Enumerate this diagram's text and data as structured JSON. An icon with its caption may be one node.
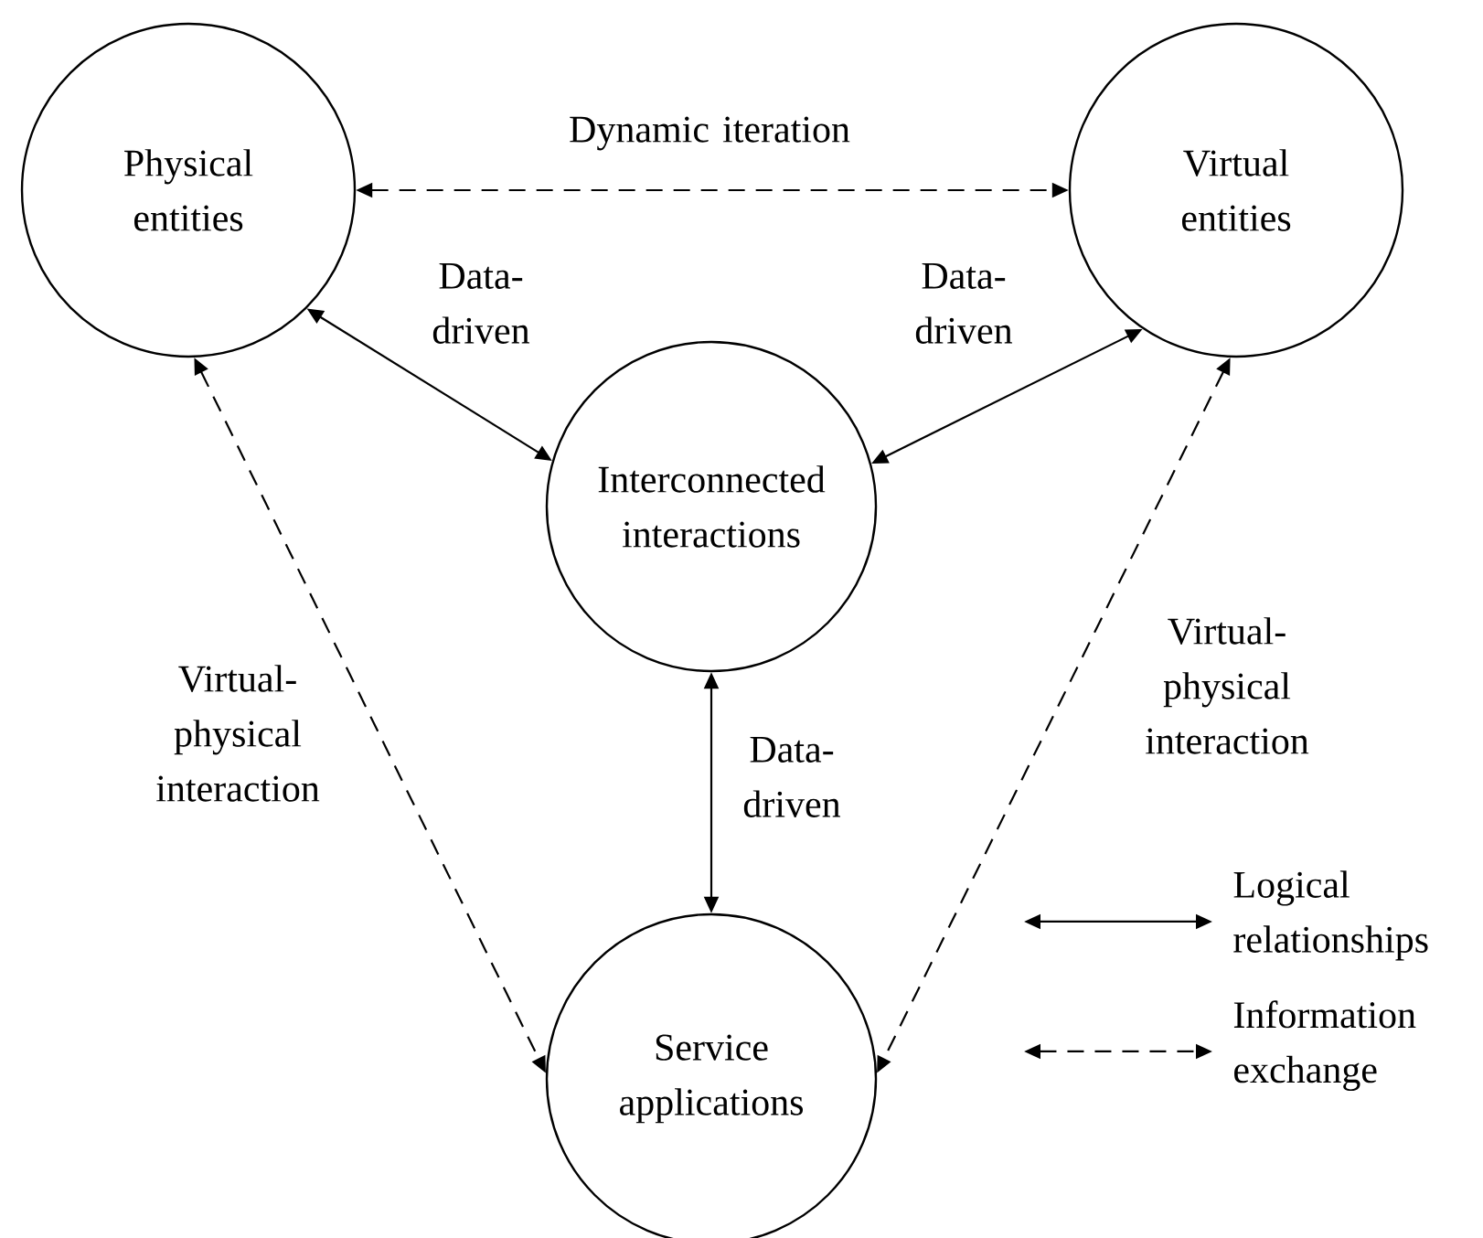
{
  "diagram": {
    "nodes": [
      {
        "text": [
          "Physical entities"
        ]
      },
      {
        "text": [
          "Virtual entities"
        ]
      },
      {
        "text": [
          "Interconnected interactions"
        ]
      },
      {
        "text": [
          "Service applications"
        ]
      }
    ],
    "edges": [
      {
        "from": 0,
        "to": 1,
        "arrow": "both",
        "style": "dashed",
        "label": "Dynamic iteration"
      },
      {
        "from": 0,
        "to": 2,
        "arrow": "both",
        "label": "Data- driven"
      },
      {
        "from": 1,
        "to": 2,
        "arrow": "both",
        "label": "Data- driven"
      },
      {
        "from": 2,
        "to": 3,
        "arrow": "both",
        "label": "Data- driven"
      },
      {
        "from": 0,
        "to": 3,
        "arrow": "both",
        "style": "dashed",
        "label": "Virtual- physical interaction"
      },
      {
        "from": 1,
        "to": 3,
        "arrow": "both",
        "style": "dashed",
        "label": "Virtual- physical interaction"
      }
    ],
    "legend": [
      {
        "text": "Logical relationships"
      },
      {
        "text": "Information exchange"
      }
    ]
  }
}
